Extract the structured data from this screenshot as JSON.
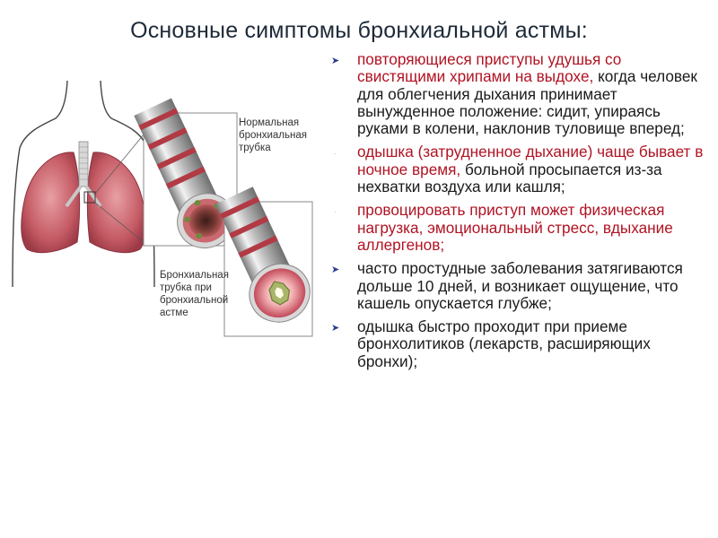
{
  "title": "Основные симптомы бронхиальной астмы:",
  "figure": {
    "label_normal": "Нормальная\nбронхиальная\nтрубка",
    "label_asthma": "Бронхиальная\nтрубка при\nбронхиальной\nастме"
  },
  "bullets": [
    {
      "marker": "➤",
      "highlight": "повторяющиеся приступы удушья со свистящими хрипами на выдохе,",
      "rest": " когда человек для облегчения дыхания принимает вынужденное положение: сидит, упираясь руками в колени, наклонив туловище вперед;"
    },
    {
      "marker": "·",
      "highlight": "одышка (затрудненное дыхание) чаще бывает в ночное время,",
      "rest": " больной просыпается из-за нехватки воздуха или кашля;"
    },
    {
      "marker": "·",
      "highlight": "провоцировать приступ может физическая нагрузка, эмоциональный стресс, вдыхание аллергенов;",
      "rest": ""
    },
    {
      "marker": "➤",
      "highlight": "",
      "rest": "часто простудные заболевания затягиваются дольше 10 дней, и возникает ощущение, что кашель опускается глубже;"
    },
    {
      "marker": "➤",
      "highlight": "",
      "rest": "одышка быстро проходит при приеме бронхолитиков (лекарств, расширяющих бронхи);"
    }
  ],
  "colors": {
    "highlight": "#b01323",
    "marker": "#2c3e8f",
    "lung": "#c9606a"
  },
  "icons": [
    "arrow-bullet-icon",
    "dot-bullet-icon"
  ]
}
